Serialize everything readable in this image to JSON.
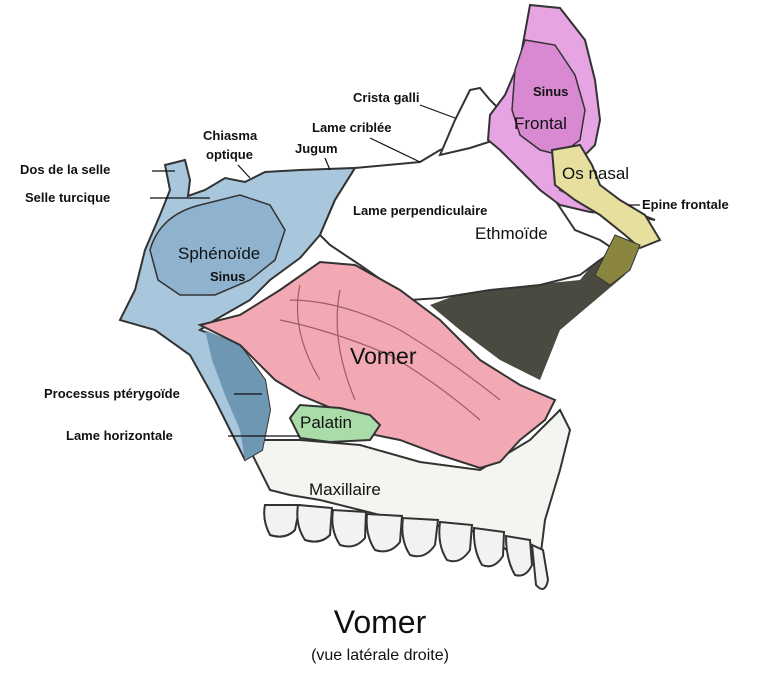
{
  "colors": {
    "sphenoid": "#a9c7dc",
    "sphenoid_sinus": "#8fb3cf",
    "vomer": "#f2a9b3",
    "frontal": "#e7a4e2",
    "nasal": "#e6df9e",
    "palatine": "#a9dca8",
    "ethmoid": "#ffffff",
    "dark_shade": "#4a4a40",
    "bone_outline": "#333333",
    "teeth": "#f2f2f2"
  },
  "labels": {
    "dos_selle": "Dos de la selle",
    "selle_turcique": "Selle turcique",
    "chiasma": "Chiasma",
    "optique": "optique",
    "jugum": "Jugum",
    "lame_criblee": "Lame criblée",
    "crista_galli": "Crista galli",
    "sinus_frontal": "Sinus",
    "frontal": "Frontal",
    "os_nasal": "Os nasal",
    "epine_frontale": "Epine frontale",
    "lame_perp": "Lame perpendiculaire",
    "ethmoide": "Ethmoïde",
    "sphenoide": "Sphénoïde",
    "sinus_sphenoide": "Sinus",
    "vomer": "Vomer",
    "processus": "Processus ptérygoïde",
    "palatin": "Palatin",
    "lame_horizontale": "Lame horizontale",
    "maxillaire": "Maxillaire"
  },
  "title": "Vomer",
  "subtitle": "(vue latérale droite)"
}
